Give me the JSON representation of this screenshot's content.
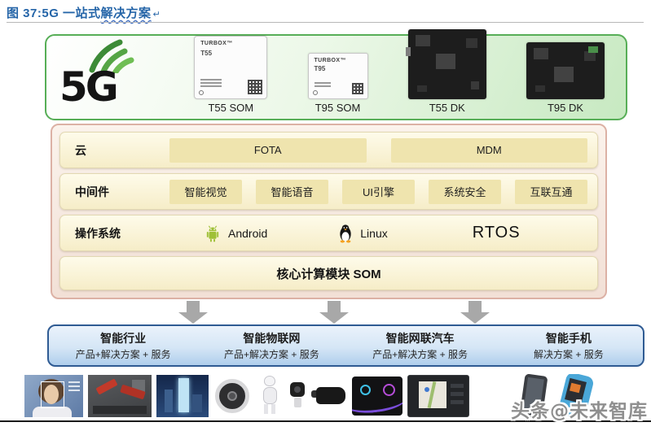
{
  "header": {
    "title_main": "图 37:5G 一站式",
    "title_wavy": "解决方案",
    "return_mark": "↵"
  },
  "hardware": {
    "logo_text": "5G",
    "modules": [
      {
        "brand": "TURBOX™",
        "chip": "T55",
        "caption": "T55 SOM"
      },
      {
        "brand": "TURBOX™",
        "chip": "T95",
        "caption": "T95 SOM"
      },
      {
        "caption": "T55 DK"
      },
      {
        "caption": "T95 DK"
      }
    ]
  },
  "stack": {
    "rows": [
      {
        "label": "云",
        "items": [
          "FOTA",
          "MDM"
        ]
      },
      {
        "label": "中间件",
        "items": [
          "智能视觉",
          "智能语音",
          "UI引擎",
          "系统安全",
          "互联互通"
        ]
      },
      {
        "label": "操作系统",
        "items": [
          {
            "label": "Android",
            "icon": "android-icon"
          },
          {
            "label": "Linux",
            "icon": "linux-icon"
          },
          {
            "label": "RTOS",
            "icon": ""
          }
        ]
      },
      {
        "core": "核心计算模块 SOM"
      }
    ]
  },
  "markets": [
    {
      "title": "智能行业",
      "subtitle": "产品+解决方案 + 服务"
    },
    {
      "title": "智能物联网",
      "subtitle": "产品+解决方案 + 服务"
    },
    {
      "title": "智能网联汽车",
      "subtitle": "产品+解决方案 + 服务"
    },
    {
      "title": "智能手机",
      "subtitle": "解决方案 + 服务"
    }
  ],
  "gallery": {
    "items": [
      "face-recognition-photo",
      "industrial-robot-photo",
      "smart-city-photo",
      "robot-vacuum-photo",
      "humanoid-robot-photo",
      "ip-camera-photo",
      "vr-headset-photo",
      "car-dashboard-photo",
      "car-navigation-photo",
      "smartphone-photo",
      "handheld-terminal-photo"
    ]
  },
  "watermark": {
    "text": "头条@未来智库"
  },
  "colors": {
    "title_blue": "#2565A8",
    "band_green_border": "#57AE57",
    "stack_border": "#DCB1A5",
    "chip_fill": "#EFE4AE",
    "market_border": "#2F5B93",
    "arrow_gray": "#A8A8A8",
    "android_green": "#9FC037"
  }
}
